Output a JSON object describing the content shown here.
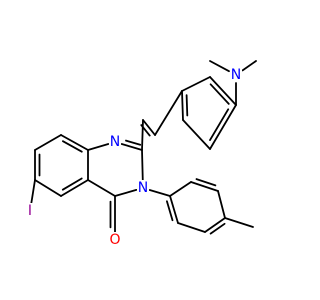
{
  "molecule": {
    "atoms": {
      "n_dimethyl": {
        "label": "N",
        "color": "#0000ff"
      },
      "n_ring1": {
        "label": "N",
        "color": "#0000ff"
      },
      "n_ring3": {
        "label": "N",
        "color": "#0000ff"
      },
      "iodine": {
        "label": "I",
        "color": "#940094"
      },
      "oxygen": {
        "label": "O",
        "color": "#ff0000"
      }
    }
  }
}
